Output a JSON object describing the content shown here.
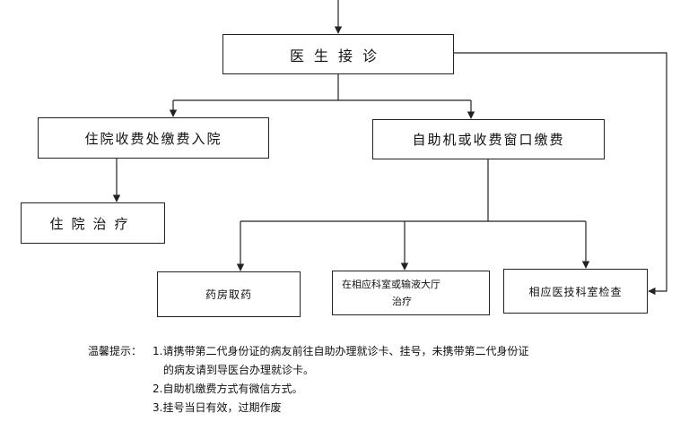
{
  "nodes": {
    "doctor": "医生接诊",
    "inpatient_pay": "住院收费处缴费入院",
    "self_service_pay": "自助机或收费窗口缴费",
    "inpatient_treatment": "住院治疗",
    "pharmacy": "药房取药",
    "dept_treatment_line1": "在相应科室或输液大厅",
    "dept_treatment_line2": "治疗",
    "medical_exam": "相应医技科室检查"
  },
  "notes": {
    "prefix": "温馨提示：",
    "item1_line1": "1.请携带第二代身份证的病友前往自助办理就诊卡、挂号，未携带第二代身份证",
    "item1_line2": "的病友请到导医台办理就诊卡。",
    "item2": "2.自助机缴费方式有微信方式。",
    "item3": "3.挂号当日有效，过期作废"
  },
  "colors": {
    "line": "#222222",
    "box_border": "#222222",
    "text": "#111111"
  }
}
